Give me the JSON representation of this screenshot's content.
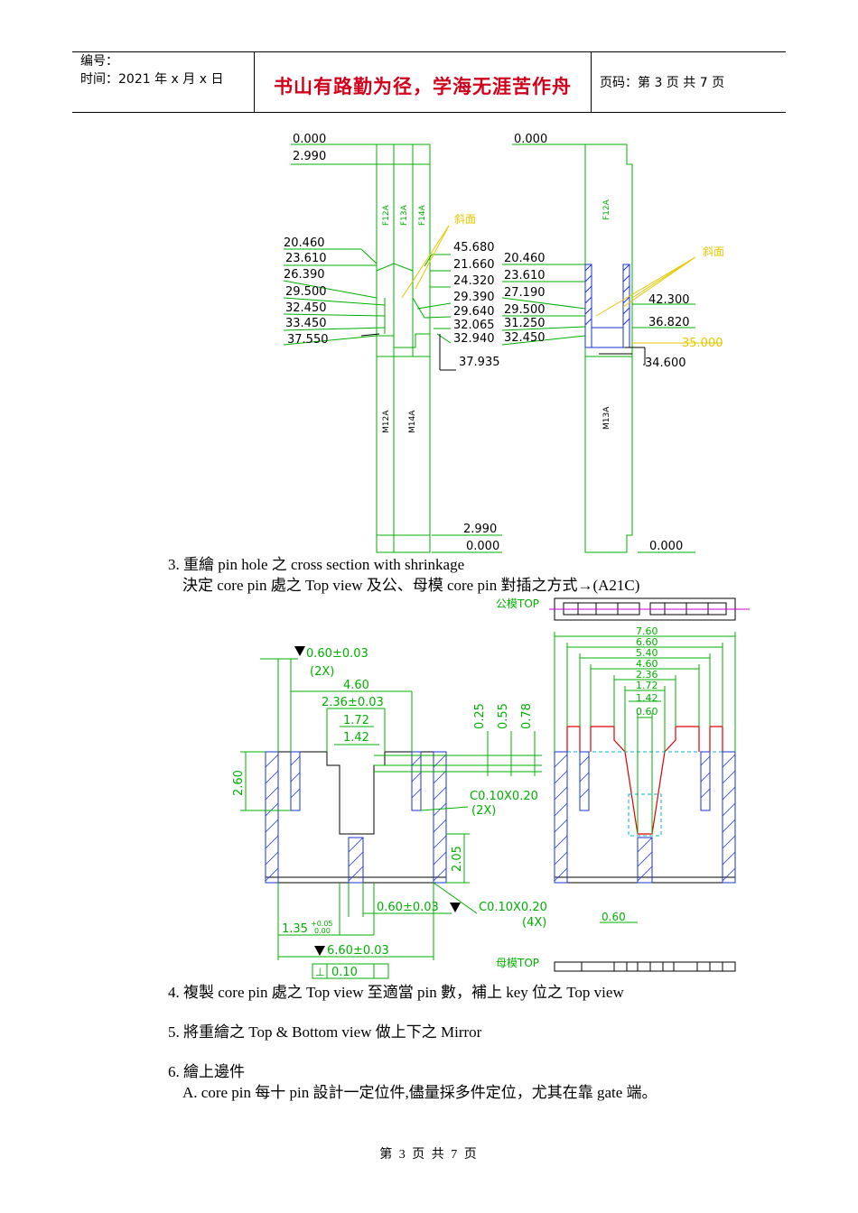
{
  "header": {
    "serial_label": "编号：",
    "time_label": "时间：2021 年 x 月 x 日",
    "motto": "书山有路勤为径，学海无涯苦作舟",
    "page_label": "页码：第 3 页  共 7 页"
  },
  "drawing1": {
    "left_dims": [
      "0.000",
      "2.990",
      "20.460",
      "23.610",
      "26.390",
      "29.500",
      "32.450",
      "33.450",
      "37.550"
    ],
    "mid_dims": [
      "45.680",
      "21.660",
      "24.320",
      "29.390",
      "29.640",
      "32.065",
      "32.940",
      "37.935"
    ],
    "part_labels": [
      "F12A",
      "F13A",
      "F14A",
      "M12A",
      "M14A",
      "M13A"
    ],
    "bevel_label": "斜面",
    "right_top": "0.000",
    "right_left_dims": [
      "20.460",
      "23.610",
      "27.190",
      "29.500",
      "31.250",
      "32.450"
    ],
    "right_dims": [
      "42.300",
      "36.820",
      "35.000",
      "34.600"
    ],
    "bottom_dims": [
      "2.990",
      "0.000",
      "0.000"
    ],
    "colors": {
      "green": "#00b000",
      "yellow": "#e6c800",
      "blue": "#1a33d6",
      "black": "#000000"
    }
  },
  "steps": {
    "s3a": "3. 重繪 pin hole 之 cross section with shrinkage",
    "s3b": "決定 core pin 處之 Top view 及公、母模 core pin 對插之方式→(A21C)",
    "s4": "4. 複製 core pin 處之 Top view 至適當 pin 數，補上 key 位之 Top view",
    "s5": "5. 將重繪之 Top & Bottom view 做上下之 Mirror",
    "s6": "6. 繪上邊件",
    "s6a": "A. core pin 每十 pin 設計一定位件,儘量採多件定位，尤其在靠 gate 端。"
  },
  "drawing2": {
    "male_top": "公模TOP",
    "female_top": "母模TOP",
    "d_060": "0.60±0.03",
    "d_2x": "(2X)",
    "d_460": "4.60",
    "d_236": "2.36±0.03",
    "d_172": "1.72",
    "d_142": "1.42",
    "d_260": "2.60",
    "v_dims": [
      "0.25",
      "0.55",
      "0.78"
    ],
    "chamfer1": "C0.10X0.20",
    "chamfer1_n": "(2X)",
    "d_205": "2.05",
    "d_060b": "0.60±0.03",
    "chamfer2": "C0.10X0.20",
    "chamfer2_n": "(4X)",
    "d_135": "1.35",
    "d_135_tol_up": "+0.05",
    "d_135_tol_dn": "0.00",
    "d_660": "6.60±0.03",
    "flatness": "0.10",
    "right_widths": [
      "7.60",
      "6.60",
      "5.40",
      "4.60",
      "2.36",
      "1.72",
      "1.42",
      "0.60"
    ],
    "right_bottom": "0.60"
  },
  "footer": "第 3 页 共 7 页"
}
